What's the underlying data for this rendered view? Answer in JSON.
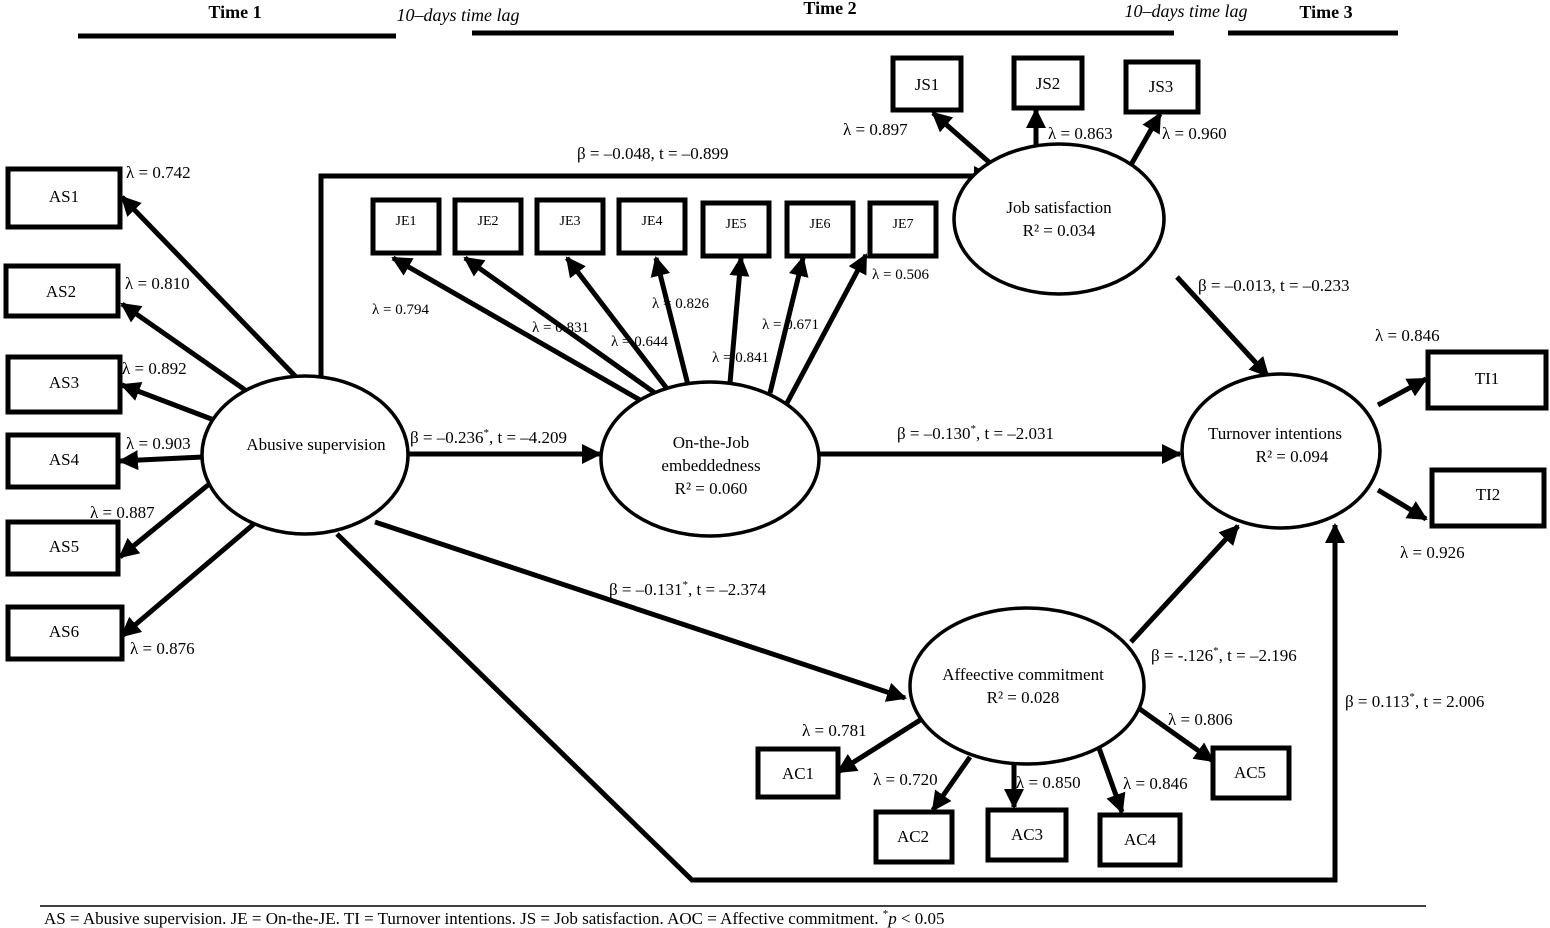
{
  "timeline": {
    "time1": "Time 1",
    "lag1": "10–days time lag",
    "time2": "Time 2",
    "lag2": "10–days time lag",
    "time3": "Time 3"
  },
  "constructs": {
    "as": {
      "label": "Abusive supervision"
    },
    "je": {
      "line1": "On-the-Job",
      "line2": "embeddedness",
      "r2": "R² = 0.060"
    },
    "js": {
      "label": "Job satisfaction",
      "r2": "R² = 0.034"
    },
    "ti": {
      "label": "Turnover intentions",
      "r2": "R² = 0.094"
    },
    "ac": {
      "label": "Affeective commitment",
      "r2": "R² = 0.028"
    }
  },
  "indicators": {
    "as": [
      "AS1",
      "AS2",
      "AS3",
      "AS4",
      "AS5",
      "AS6"
    ],
    "je": [
      "JE1",
      "JE2",
      "JE3",
      "JE4",
      "JE5",
      "JE6",
      "JE7"
    ],
    "js": [
      "JS1",
      "JS2",
      "JS3"
    ],
    "ti": [
      "TI1",
      "TI2"
    ],
    "ac": [
      "AC1",
      "AC2",
      "AC3",
      "AC4",
      "AC5"
    ]
  },
  "loadings": {
    "as": [
      "λ = 0.742",
      "λ = 0.810",
      "λ = 0.892",
      "λ = 0.903",
      "λ = 0.887",
      "λ = 0.876"
    ],
    "je": [
      "λ = 0.794",
      "λ = 0.831",
      "λ = 0.644",
      "λ = 0.826",
      "λ = 0.841",
      "λ = 0.671",
      "λ = 0.506"
    ],
    "js": [
      "λ = 0.897",
      "λ = 0.863",
      "λ = 0.960"
    ],
    "ti": [
      "λ = 0.846",
      "λ = 0.926"
    ],
    "ac": [
      "λ = 0.781",
      "λ = 0.720",
      "λ = 0.850",
      "λ = 0.846",
      "λ = 0.806"
    ]
  },
  "paths": {
    "as_js": "β = –0.048, t = –0.899",
    "as_je": {
      "pre": "β = –0.236",
      "sup": "*",
      "post": ", t = –4.209"
    },
    "je_ti": {
      "pre": "β = –0.130",
      "sup": "*",
      "post": ", t = –2.031"
    },
    "js_ti": "β = –0.013, t = –0.233",
    "as_ac": {
      "pre": "β = –0.131",
      "sup": "*",
      "post": ", t = –2.374"
    },
    "ac_ti": {
      "pre": "β = -.126",
      "sup": "*",
      "post": ", t = –2.196"
    },
    "as_ti": {
      "pre": "β = 0.113",
      "sup": "*",
      "post": ", t = 2.006"
    }
  },
  "footnote": {
    "text": "AS = Abusive supervision. JE = On-the-JE.  TI = Turnover intentions. JS = Job satisfaction. AOC = Affective commitment. ",
    "sup": "*",
    "p": "p",
    "tail": " < 0.05"
  }
}
